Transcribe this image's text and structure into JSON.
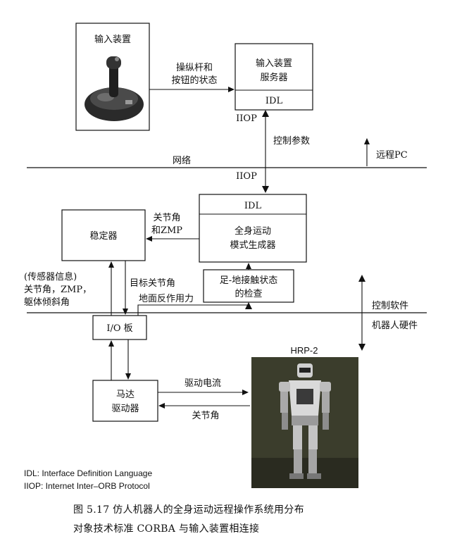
{
  "input_device": {
    "label": "输入装置"
  },
  "input_server": {
    "line1": "输入装置",
    "line2": "服务器",
    "idl": "IDL"
  },
  "edge_joystick_state": {
    "line1": "操纵杆和",
    "line2": "按钮的状态"
  },
  "iiop_top": "IIOP",
  "edge_control_params": "控制参数",
  "network": {
    "label": "网络",
    "iiop": "IIOP"
  },
  "remote_pc": "远程PC",
  "whole_body_generator": {
    "idl": "IDL",
    "line1": "全身运动",
    "line2": "模式生成器"
  },
  "stabilizer": {
    "label": "稳定器"
  },
  "edge_joint_zmp": {
    "line1": "关节角",
    "line2": "和ZMP"
  },
  "sensor_info": {
    "line1": "(传感器信息)",
    "line2": "关节角，ZMP，",
    "line3": "躯体倾斜角"
  },
  "edge_target_joint": "目标关节角",
  "contact_check": {
    "line1": "足-地接触状态",
    "line2": "的检查"
  },
  "edge_ground_reaction": "地面反作用力",
  "control_software": "控制软件",
  "robot_hardware": "机器人硬件",
  "io_board": {
    "label": "I/O 板"
  },
  "motor_driver": {
    "line1": "马达",
    "line2": "驱动器"
  },
  "edge_drive_current": "驱动电流",
  "edge_joint_angle": "关节角",
  "robot": {
    "name": "HRP-2"
  },
  "legend": {
    "idl": "IDL: Interface Definition Language",
    "iiop": "IIOP: Internet Inter–ORB Protocol"
  },
  "caption": {
    "line1": "图 5.17   仿人机器人的全身运动远程操作系统用分布",
    "line2": "对象技术标准 CORBA 与输入装置相连接"
  }
}
